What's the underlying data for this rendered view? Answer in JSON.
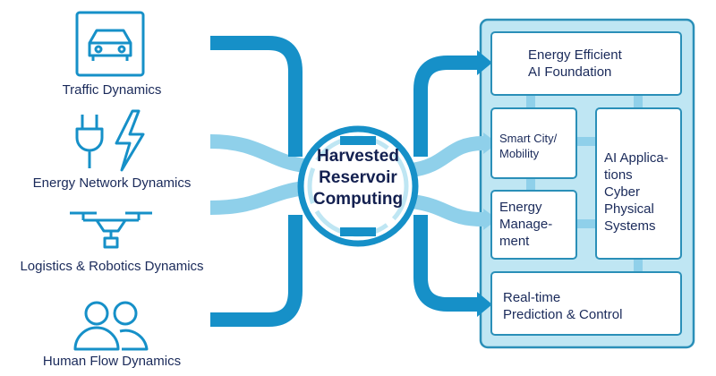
{
  "colors": {
    "dark_arrow": "#1690c8",
    "light_arrow": "#8fd0ea",
    "panel": "#bfe6f3",
    "text": "#1a2a5a"
  },
  "inputs": [
    {
      "label": "Traffic Dynamics",
      "icon": "car-icon"
    },
    {
      "label": "Energy Network Dynamics",
      "icon": "plug-lightning-icon"
    },
    {
      "label": "Logistics & Robotics Dynamics",
      "icon": "drone-icon"
    },
    {
      "label": "Human Flow Dynamics",
      "icon": "people-icon"
    }
  ],
  "center": {
    "line1": "Harvested",
    "line2": "Reservoir",
    "line3": "Computing"
  },
  "outputs": {
    "foundation": {
      "line1": "Energy Efficient",
      "line2": "AI Foundation"
    },
    "smart_city": {
      "line1": "Smart City/",
      "line2": "Mobility"
    },
    "energy_mgmt": {
      "line1": "Energy",
      "line2": "Manage-",
      "line3": "ment"
    },
    "ai_apps": {
      "line1": "AI Applica-",
      "line2": "tions",
      "line3": "Cyber",
      "line4": "Physical",
      "line5": "Systems"
    },
    "realtime": {
      "line1": "Real-time",
      "line2": "Prediction & Control"
    }
  }
}
